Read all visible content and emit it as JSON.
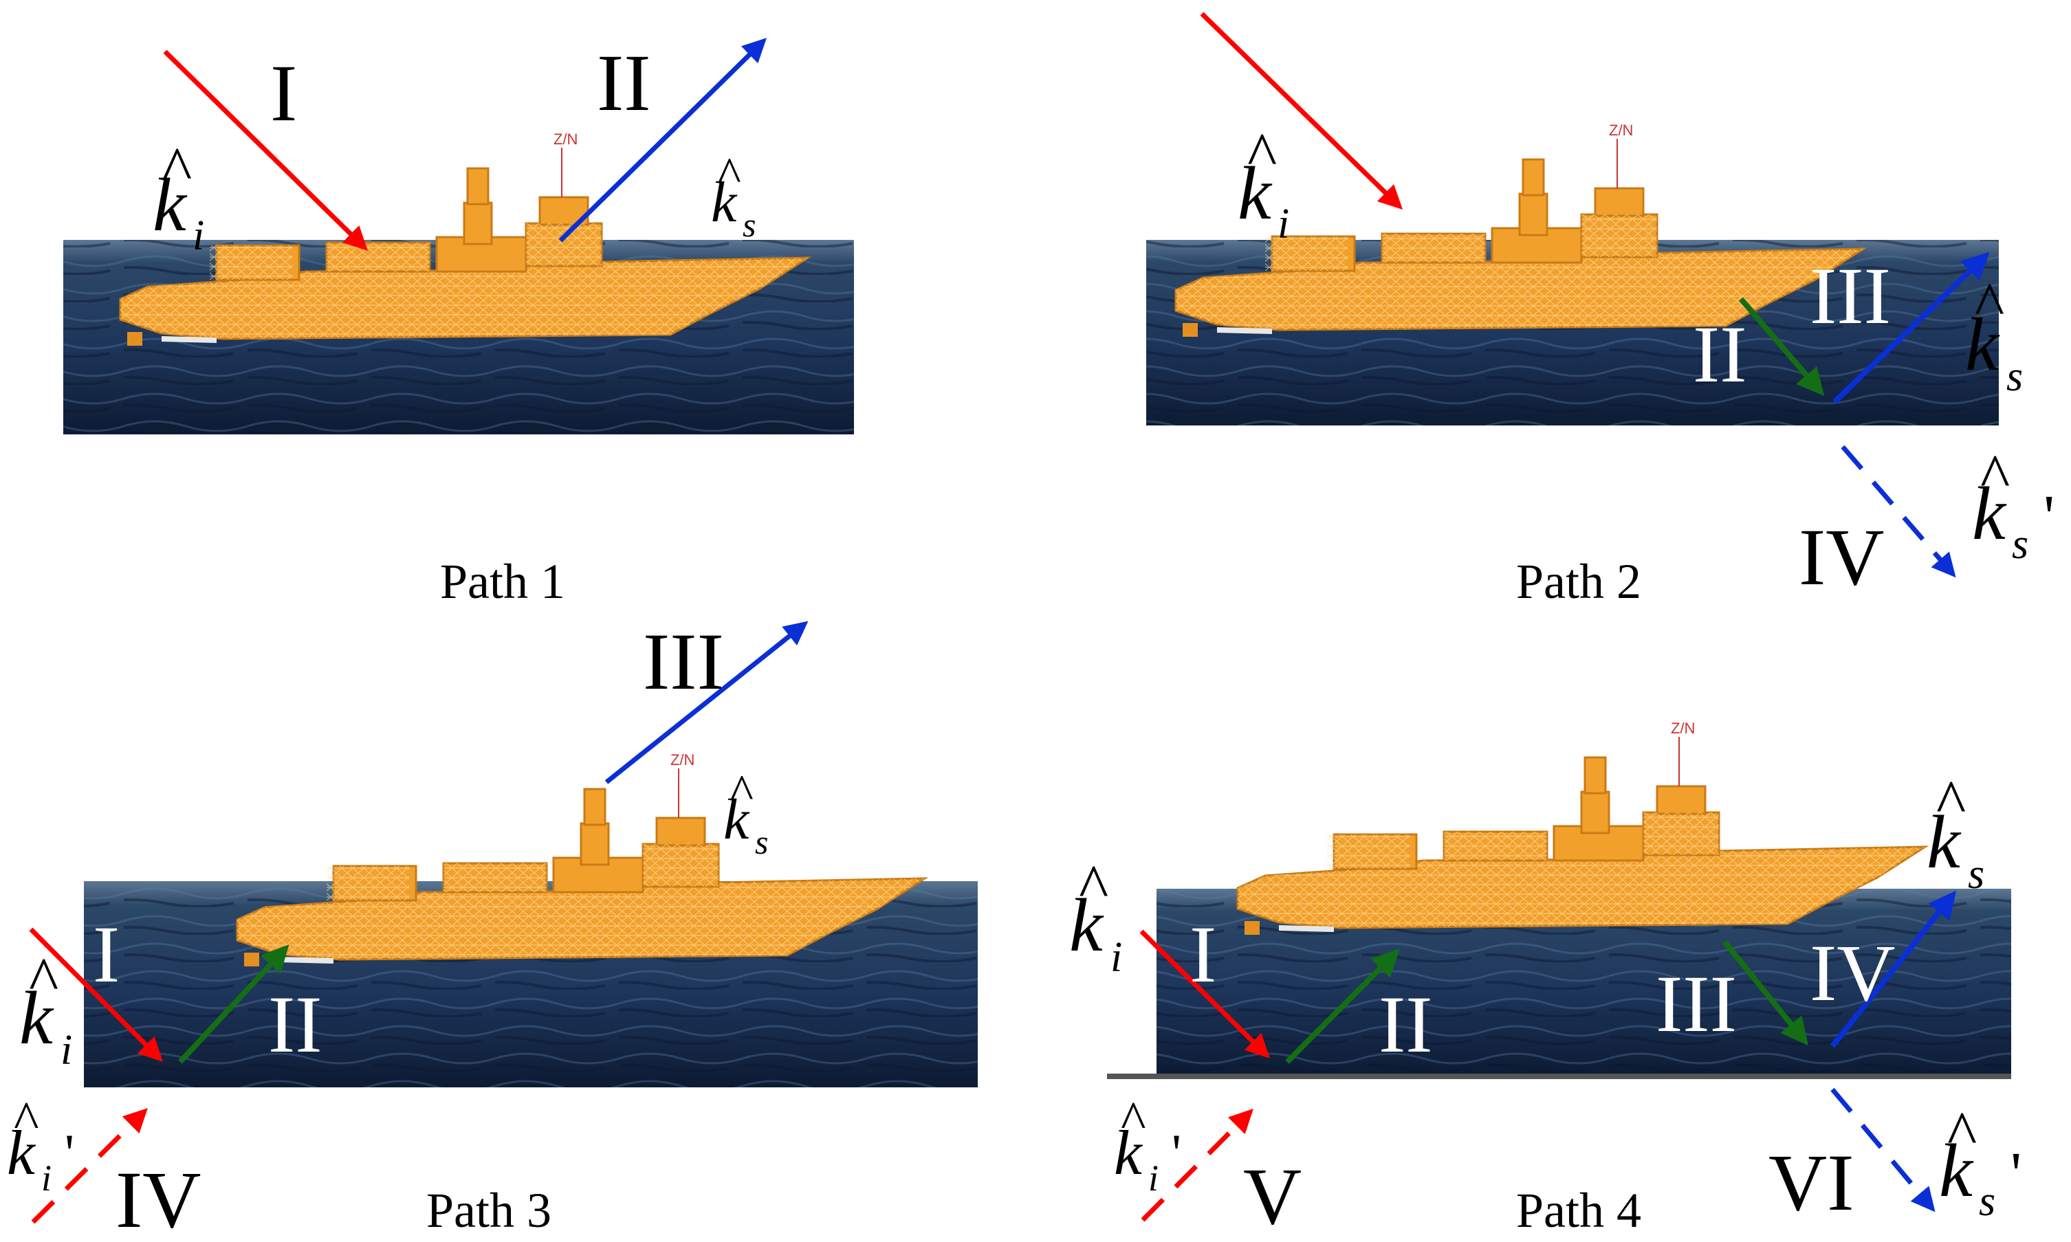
{
  "colors": {
    "incident": "#ff0000",
    "internal": "#146e14",
    "scattered": "#0a2fd6",
    "sea_top": "#5d7894",
    "sea_mid": "#213a5d",
    "sea_bottom": "#0d1b33",
    "ship": "#f2a02c",
    "ship_mesh": "#ffe2a8",
    "ground_line": "#555555"
  },
  "ship": {
    "mast_label": "Z/N"
  },
  "symbols": {
    "k": "k",
    "hat": "^",
    "sub_incident": "i",
    "sub_scattered": "s",
    "prime": "'"
  },
  "panels": [
    {
      "caption": "Path 1",
      "roman": {
        "r1": "I",
        "r2": "II"
      }
    },
    {
      "caption": "Path 2",
      "roman": {
        "r2": "II",
        "r3": "III",
        "r4": "IV"
      }
    },
    {
      "caption": "Path 3",
      "roman": {
        "r1": "I",
        "r2": "II",
        "r3": "III",
        "r4": "IV"
      }
    },
    {
      "caption": "Path 4",
      "roman": {
        "r1": "I",
        "r2": "II",
        "r3": "III",
        "r4": "IV",
        "r5": "V",
        "r6": "VI"
      }
    }
  ]
}
